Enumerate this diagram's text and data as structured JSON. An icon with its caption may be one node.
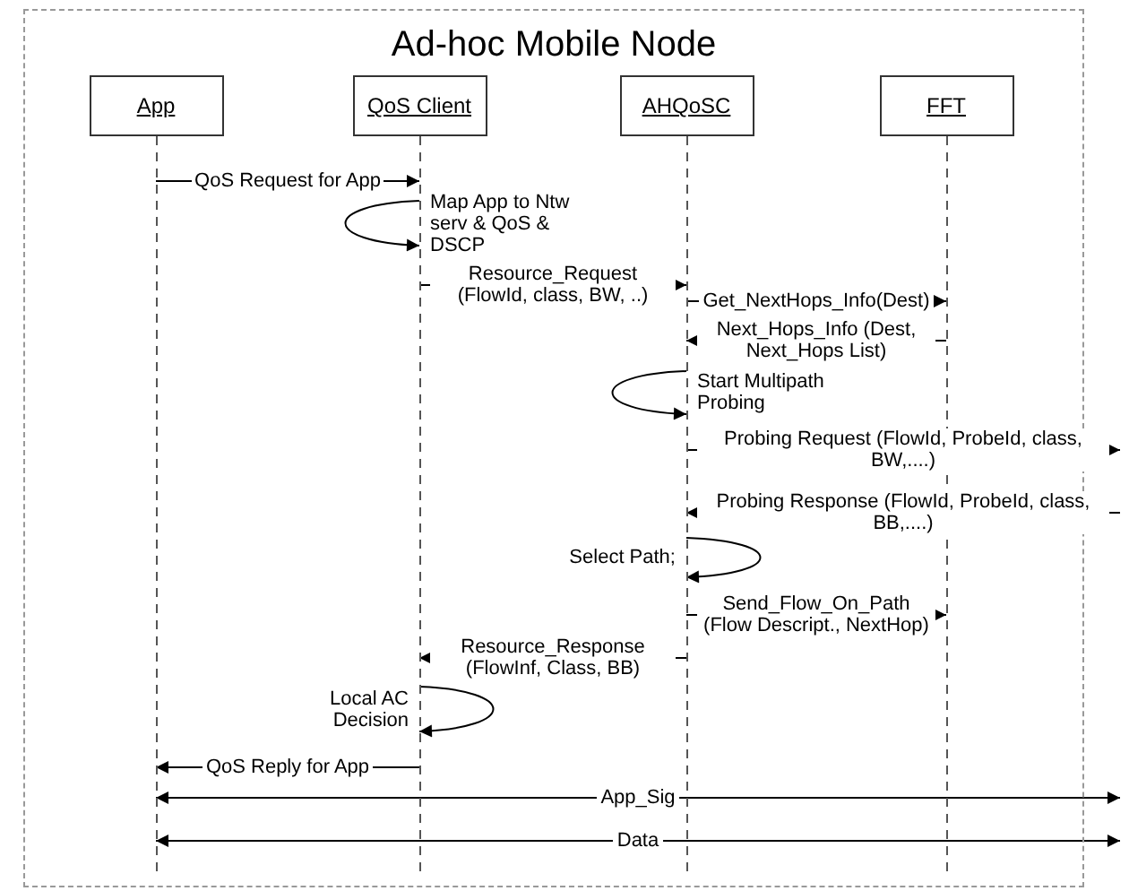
{
  "diagram": {
    "nodes": [
      {
        "text": [
          "Ad-hoc Mobile Node"
        ]
      },
      {
        "text": [
          "App"
        ],
        "in": 0
      },
      {
        "text": [
          "QoS Client"
        ],
        "in": 0
      },
      {
        "text": [
          "AHQoSC"
        ],
        "in": 0
      },
      {
        "text": [
          "FFT"
        ],
        "in": 0
      }
    ],
    "edges": [
      {
        "from": 1,
        "to": 2,
        "arrow": "to",
        "label": "QoS Request for App"
      },
      {
        "from": 2,
        "to": 2,
        "arrow": "to",
        "label": "Map App to Ntw serv & QoS & DSCP"
      },
      {
        "from": 2,
        "to": 3,
        "arrow": "to",
        "label": "Resource_Request (FlowId, class, BW, ..)"
      },
      {
        "from": 3,
        "to": 4,
        "arrow": "to",
        "label": "Get_NextHops_Info(Dest)"
      },
      {
        "from": 4,
        "to": 3,
        "arrow": "to",
        "label": "Next_Hops_Info (Dest, Next_Hops List)"
      },
      {
        "from": 3,
        "to": 3,
        "arrow": "to",
        "label": "Start Multipath Probing"
      },
      {
        "from": 3,
        "to": null,
        "arrow": "to",
        "label": "Probing Request (FlowId, ProbeId, class, BW,....)"
      },
      {
        "from": null,
        "to": 3,
        "arrow": "to",
        "label": "Probing Response (FlowId, ProbeId, class, BB,....)"
      },
      {
        "from": 3,
        "to": 3,
        "arrow": "to",
        "label": "Select Path;"
      },
      {
        "from": 3,
        "to": 4,
        "arrow": "to",
        "label": "Send_Flow_On_Path (Flow Descript., NextHop)"
      },
      {
        "from": 3,
        "to": 2,
        "arrow": "to",
        "label": "Resource_Response (FlowInf, Class, BB)"
      },
      {
        "from": 2,
        "to": 2,
        "arrow": "to",
        "label": "Local AC Decision"
      },
      {
        "from": 2,
        "to": 1,
        "arrow": "to",
        "label": "QoS Reply for App"
      },
      {
        "from": 1,
        "to": null,
        "arrow": "both",
        "label": "App_Sig"
      },
      {
        "from": 1,
        "to": null,
        "arrow": "both",
        "label": "Data"
      }
    ]
  }
}
